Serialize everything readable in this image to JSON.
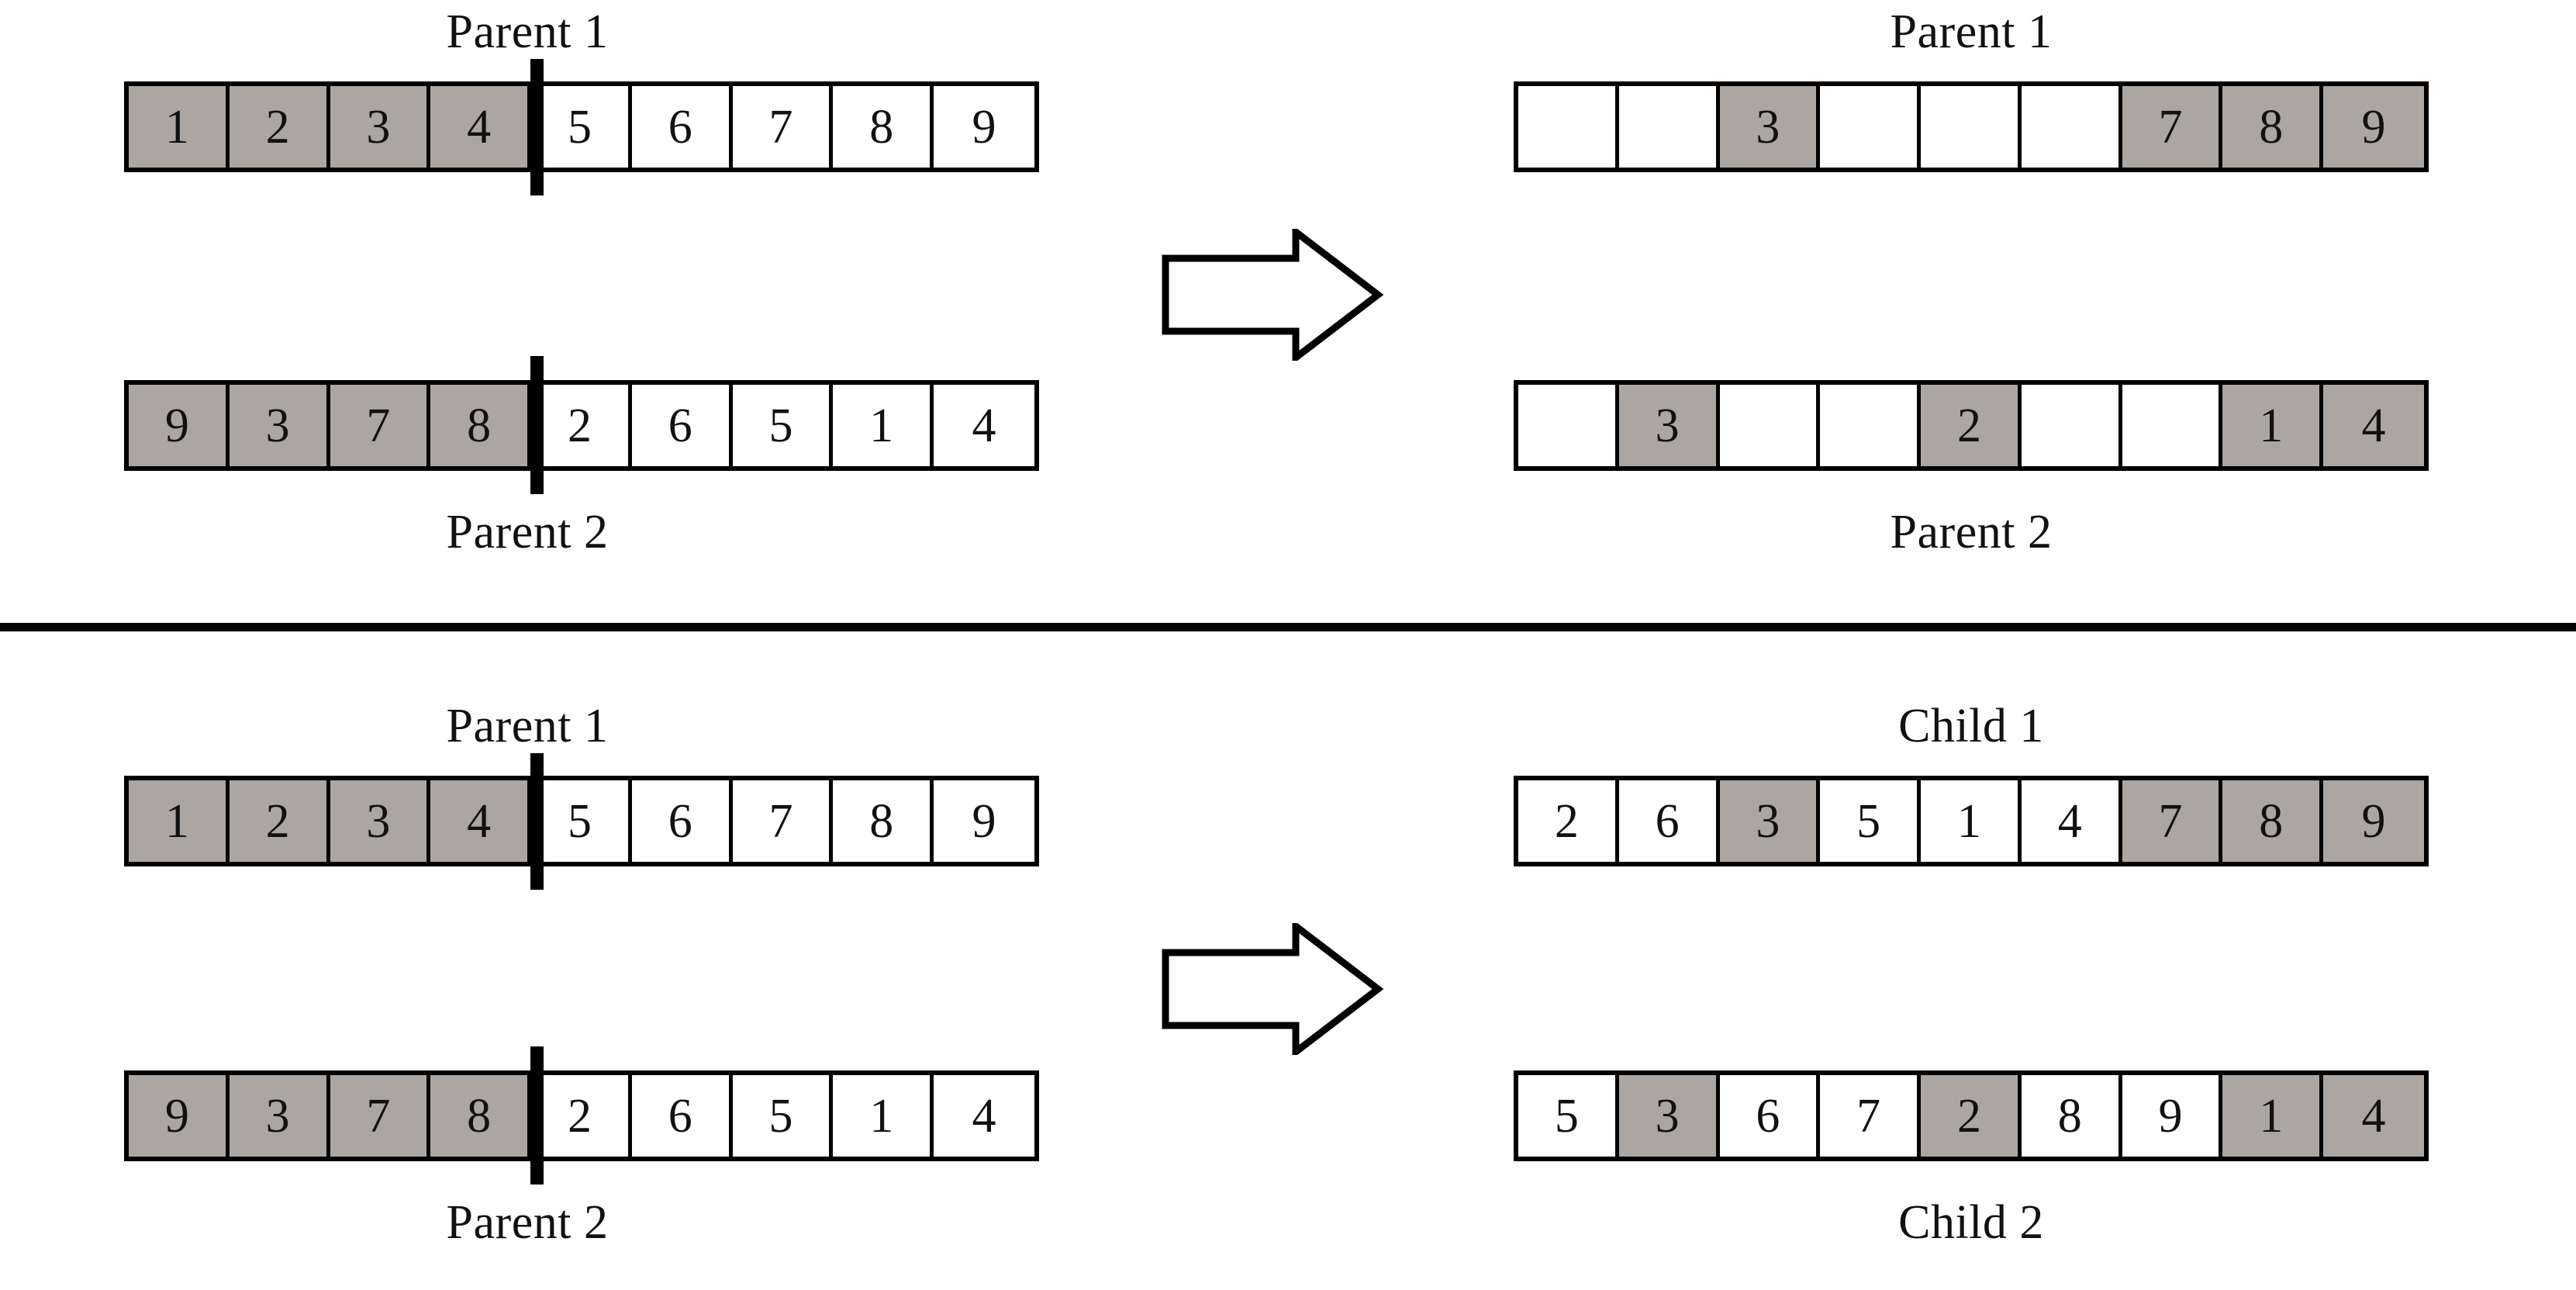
{
  "diagram": {
    "title": "Genetic algorithm order crossover (OX) illustration",
    "colors": {
      "gray_fill": "#ABA6A2",
      "outline": "#000000",
      "background": "#FFFFFF"
    },
    "arrow_icon_name": "right-block-arrow-icon",
    "cut_marker_name": "crossover-cut-line"
  },
  "top_section": {
    "left": {
      "parent1": {
        "label": "Parent 1",
        "label_position": "above",
        "cut_after_index": 4,
        "cells": [
          {
            "value": "1",
            "shaded": true
          },
          {
            "value": "2",
            "shaded": true
          },
          {
            "value": "3",
            "shaded": true
          },
          {
            "value": "4",
            "shaded": true
          },
          {
            "value": "5",
            "shaded": false
          },
          {
            "value": "6",
            "shaded": false
          },
          {
            "value": "7",
            "shaded": false
          },
          {
            "value": "8",
            "shaded": false
          },
          {
            "value": "9",
            "shaded": false
          }
        ]
      },
      "parent2": {
        "label": "Parent 2",
        "label_position": "below",
        "cut_after_index": 4,
        "cells": [
          {
            "value": "9",
            "shaded": true
          },
          {
            "value": "3",
            "shaded": true
          },
          {
            "value": "7",
            "shaded": true
          },
          {
            "value": "8",
            "shaded": true
          },
          {
            "value": "2",
            "shaded": false
          },
          {
            "value": "6",
            "shaded": false
          },
          {
            "value": "5",
            "shaded": false
          },
          {
            "value": "1",
            "shaded": false
          },
          {
            "value": "4",
            "shaded": false
          }
        ]
      }
    },
    "right": {
      "parent1": {
        "label": "Parent 1",
        "label_position": "above",
        "cells": [
          {
            "value": "",
            "shaded": false
          },
          {
            "value": "",
            "shaded": false
          },
          {
            "value": "3",
            "shaded": true
          },
          {
            "value": "",
            "shaded": false
          },
          {
            "value": "",
            "shaded": false
          },
          {
            "value": "",
            "shaded": false
          },
          {
            "value": "7",
            "shaded": true
          },
          {
            "value": "8",
            "shaded": true
          },
          {
            "value": "9",
            "shaded": true
          }
        ]
      },
      "parent2": {
        "label": "Parent 2",
        "label_position": "below",
        "cells": [
          {
            "value": "",
            "shaded": false
          },
          {
            "value": "3",
            "shaded": true
          },
          {
            "value": "",
            "shaded": false
          },
          {
            "value": "",
            "shaded": false
          },
          {
            "value": "2",
            "shaded": true
          },
          {
            "value": "",
            "shaded": false
          },
          {
            "value": "",
            "shaded": false
          },
          {
            "value": "1",
            "shaded": true
          },
          {
            "value": "4",
            "shaded": true
          }
        ]
      }
    }
  },
  "bottom_section": {
    "left": {
      "parent1": {
        "label": "Parent 1",
        "label_position": "above",
        "cut_after_index": 4,
        "cells": [
          {
            "value": "1",
            "shaded": true
          },
          {
            "value": "2",
            "shaded": true
          },
          {
            "value": "3",
            "shaded": true
          },
          {
            "value": "4",
            "shaded": true
          },
          {
            "value": "5",
            "shaded": false
          },
          {
            "value": "6",
            "shaded": false
          },
          {
            "value": "7",
            "shaded": false
          },
          {
            "value": "8",
            "shaded": false
          },
          {
            "value": "9",
            "shaded": false
          }
        ]
      },
      "parent2": {
        "label": "Parent 2",
        "label_position": "below",
        "cut_after_index": 4,
        "cells": [
          {
            "value": "9",
            "shaded": true
          },
          {
            "value": "3",
            "shaded": true
          },
          {
            "value": "7",
            "shaded": true
          },
          {
            "value": "8",
            "shaded": true
          },
          {
            "value": "2",
            "shaded": false
          },
          {
            "value": "6",
            "shaded": false
          },
          {
            "value": "5",
            "shaded": false
          },
          {
            "value": "1",
            "shaded": false
          },
          {
            "value": "4",
            "shaded": false
          }
        ]
      }
    },
    "right": {
      "child1": {
        "label": "Child 1",
        "label_position": "above",
        "cells": [
          {
            "value": "2",
            "shaded": false
          },
          {
            "value": "6",
            "shaded": false
          },
          {
            "value": "3",
            "shaded": true
          },
          {
            "value": "5",
            "shaded": false
          },
          {
            "value": "1",
            "shaded": false
          },
          {
            "value": "4",
            "shaded": false
          },
          {
            "value": "7",
            "shaded": true
          },
          {
            "value": "8",
            "shaded": true
          },
          {
            "value": "9",
            "shaded": true
          }
        ]
      },
      "child2": {
        "label": "Child 2",
        "label_position": "below",
        "cells": [
          {
            "value": "5",
            "shaded": false
          },
          {
            "value": "3",
            "shaded": true
          },
          {
            "value": "6",
            "shaded": false
          },
          {
            "value": "7",
            "shaded": false
          },
          {
            "value": "2",
            "shaded": true
          },
          {
            "value": "8",
            "shaded": false
          },
          {
            "value": "9",
            "shaded": false
          },
          {
            "value": "1",
            "shaded": true
          },
          {
            "value": "4",
            "shaded": true
          }
        ]
      }
    }
  }
}
